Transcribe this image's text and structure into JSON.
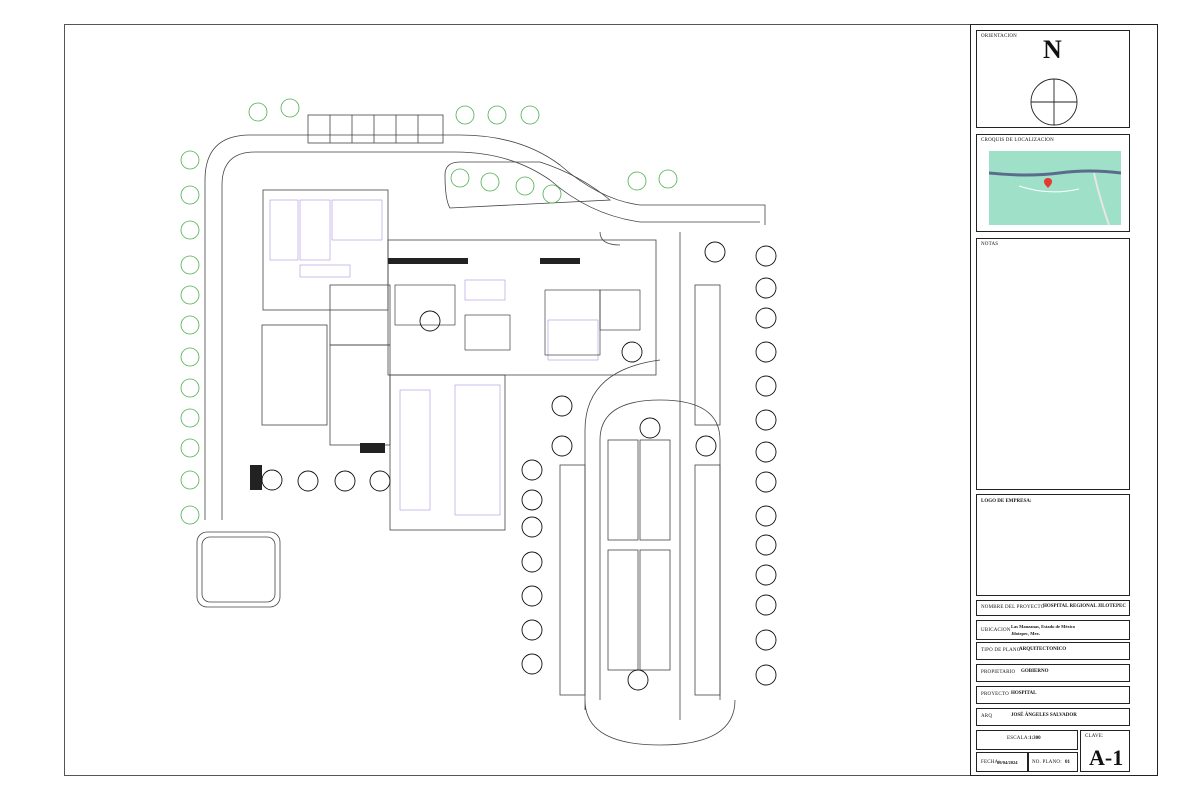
{
  "title_block": {
    "orientation_label": "ORIENTACION",
    "north_letter": "N",
    "location_sketch_label": "CROQUIS DE LOCALIZACION",
    "notes_label": "NOTAS",
    "company_logo_label": "LOGO DE EMPRESA:",
    "project_name_label": "NOMBRE DEL PROYECTO",
    "project_name_value": "HOSPITAL REGIONAL JILOTEPEC",
    "location_label": "UBICACION",
    "location_line1": "Las Manzanas, Estado de México",
    "location_line2": "Jilotepec, Mex.",
    "plan_type_label": "TIPO DE PLANO",
    "plan_type_value": "ARQUITECTONICO",
    "owner_label": "PROPIETARIO",
    "owner_value": "GOBIERNO",
    "project_label": "PROYECTO",
    "project_value": "HOSPITAL",
    "architect_label": "ARQ",
    "architect_value": "JOSÉ ÁNGELES SALVADOR",
    "scale_label": "ESCALA:",
    "scale_value": "1:300",
    "key_label": "CLAVE:",
    "key_value": "A-1",
    "date_label": "FECHA:",
    "date_value": "29/04/2024",
    "sheet_number_label": "NO. PLANO:",
    "sheet_number_value": "01"
  },
  "colors": {
    "line": "#333333",
    "tree_green": "#4caf50",
    "room_purple": "#9b7fd6",
    "map_green": "#9fe0c9",
    "map_road": "#5b6b8c",
    "map_pin": "#e53935"
  }
}
